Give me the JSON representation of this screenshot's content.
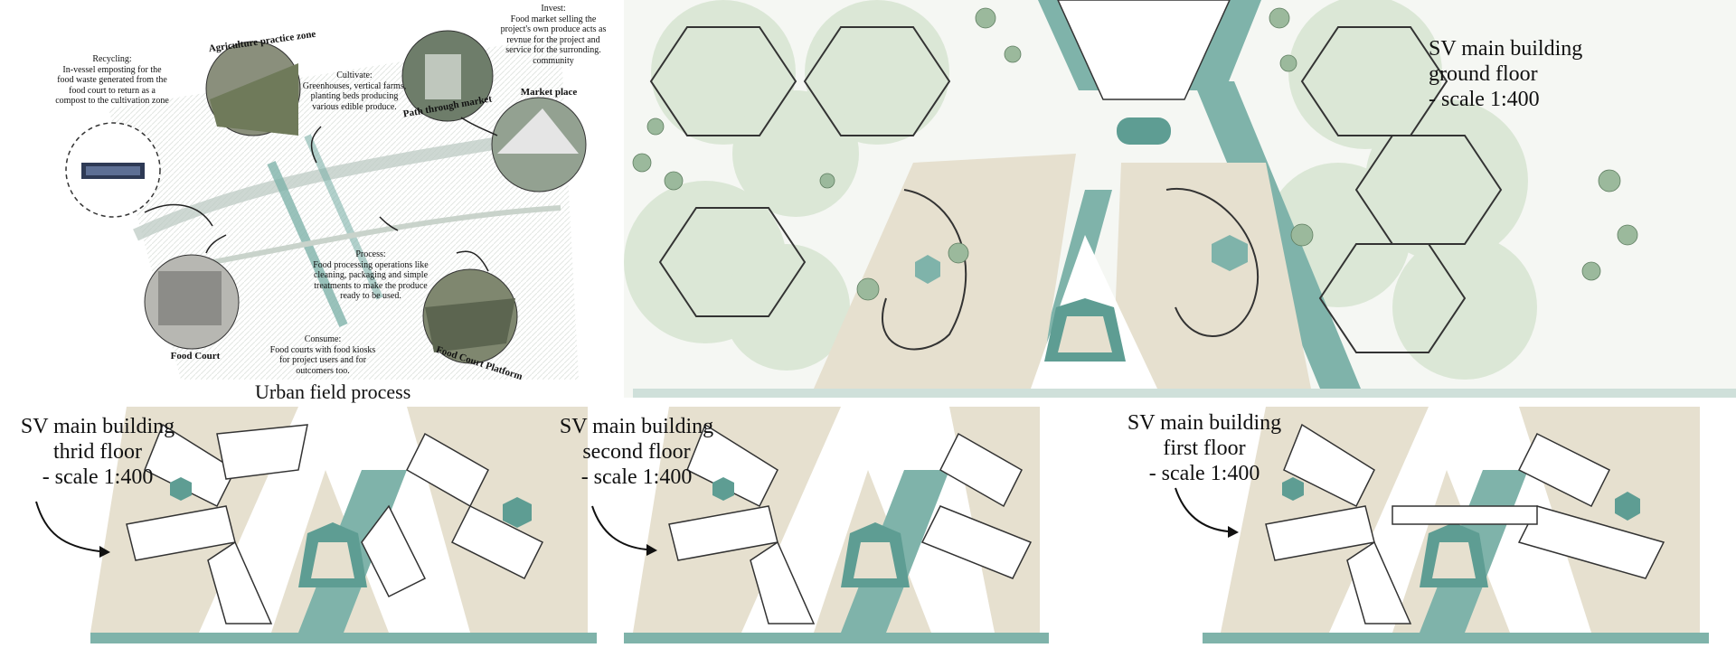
{
  "urban_process": {
    "caption": "Urban field process",
    "notes": {
      "recycling": "Recycling:\nIn-vessel emposting for the food waste generated from the food court to return as a compost to the cultivation zone",
      "cultivate": "Cultivate:\nGreenhouses, vertical farms, planting beds producing various edible produce.",
      "invest": "Invest:\nFood market selling the project's own produce acts as revnue for the project and service for the surronding. community",
      "process": "Process:\nFood processing operations like cleaning, packaging and simple treatments to make the produce ready to be used.",
      "consume": "Consume:\nFood courts with food kiosks for project users and for outcomers too."
    },
    "zones": {
      "agriculture": "Agriculture practice zone",
      "path": "Path through market",
      "market": "Market place",
      "food_court": "Food Court",
      "food_court_platform": "Food Court Platform"
    }
  },
  "floors": {
    "ground": "SV main building\nground floor\n- scale 1:400",
    "third": "SV main building\nthrid floor\n- scale 1:400",
    "second": "SV main building\nsecond floor\n- scale 1:400",
    "first": "SV main building\nfirst floor\n- scale 1:400"
  },
  "palette": {
    "teal": "#7fb3aa",
    "teal_dark": "#5e9d93",
    "green_light": "#dbe7d6",
    "sand": "#e6e0cf",
    "tree": "#9bb99c"
  }
}
